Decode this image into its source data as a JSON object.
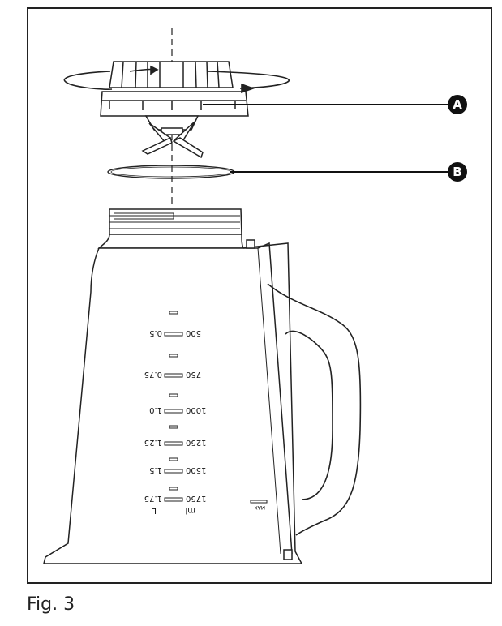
{
  "figure": {
    "caption": "Fig. 3",
    "callouts": [
      {
        "letter": "A"
      },
      {
        "letter": "B"
      }
    ],
    "markings": {
      "ml_unit": "ml",
      "l_unit": "L",
      "max_label": "MAX",
      "levels": [
        {
          "ml": "500",
          "l": "0.5"
        },
        {
          "ml": "750",
          "l": "0.75"
        },
        {
          "ml": "1000",
          "l": "1.0"
        },
        {
          "ml": "1250",
          "l": "1.25"
        },
        {
          "ml": "1500",
          "l": "1.5"
        },
        {
          "ml": "1750",
          "l": "1.75"
        }
      ]
    }
  }
}
